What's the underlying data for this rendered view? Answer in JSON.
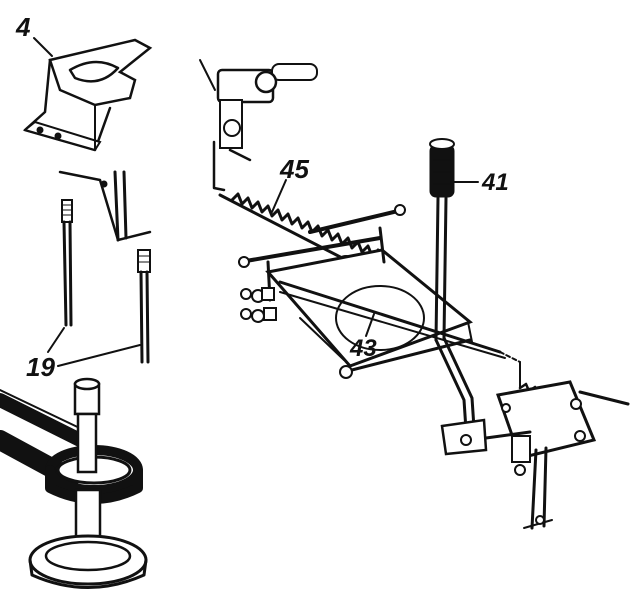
{
  "diagram": {
    "callouts": [
      {
        "id": "part-4",
        "text": "4"
      },
      {
        "id": "part-19",
        "text": "19"
      },
      {
        "id": "part-41",
        "text": "41"
      },
      {
        "id": "part-43",
        "text": "43"
      },
      {
        "id": "part-45",
        "text": "45"
      }
    ],
    "ink_color": "#111111",
    "background_color": "#ffffff"
  }
}
